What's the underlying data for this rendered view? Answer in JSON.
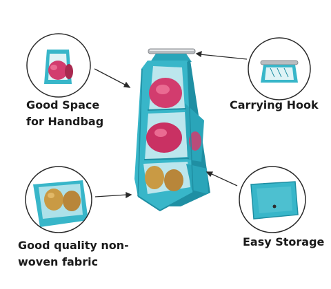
{
  "callouts": {
    "handbag": {
      "line1": "Good Space",
      "line2": "for Handbag"
    },
    "hook": {
      "label": "Carrying Hook"
    },
    "fabric": {
      "line1": "Good quality non-",
      "line2": "woven fabric"
    },
    "storage": {
      "label": "Easy Storage"
    }
  },
  "colors": {
    "organizer": "#38b6c9",
    "organizer_dark": "#1f8fa3",
    "clear_pvc": "#dff3f6",
    "bag_pink": "#d23c6e",
    "bag_tan": "#c99a44",
    "bar_metal": "#b9bcc0",
    "text": "#1a1a1a"
  }
}
